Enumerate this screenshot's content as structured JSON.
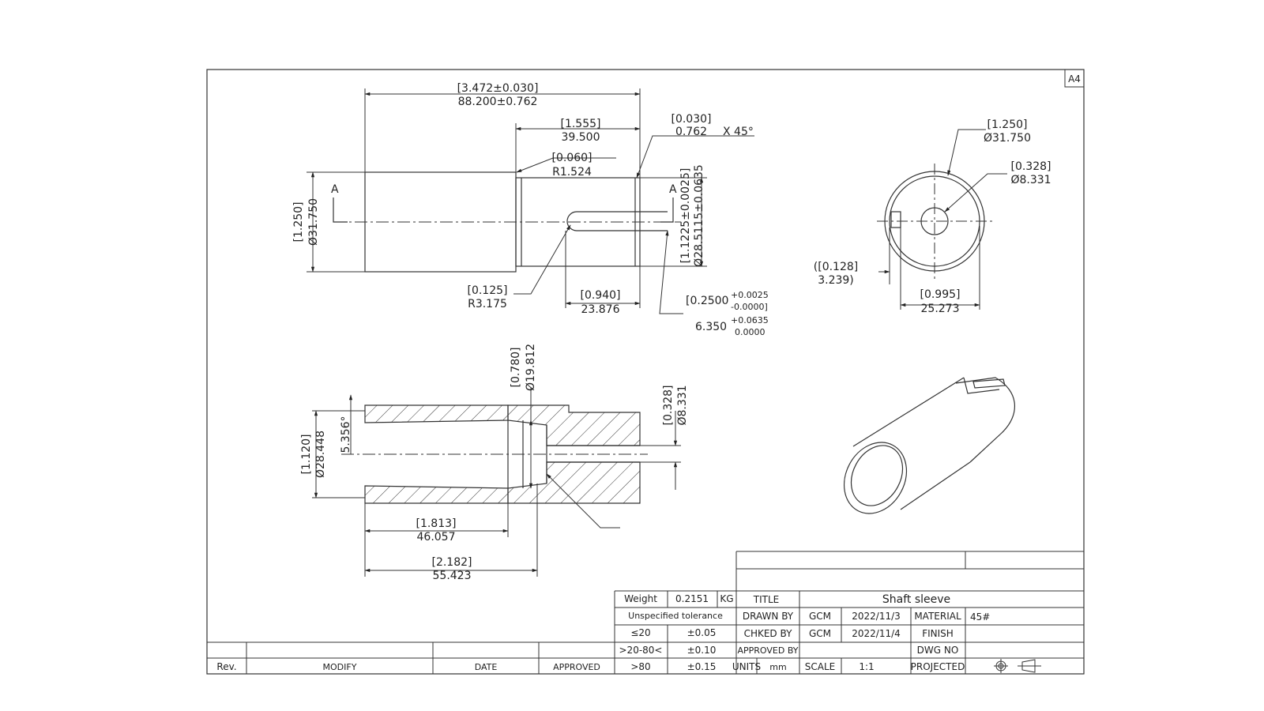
{
  "sheet_size": "A4",
  "front_view": {
    "overall_length": {
      "inch": "[3.472±0.030]",
      "mm": "88.200±0.762"
    },
    "step_length": {
      "inch": "[1.555]",
      "mm": "39.500"
    },
    "chamfer": {
      "inch": "[0.030]",
      "mm": "0.762",
      "angle": "X  45°"
    },
    "fillet": {
      "inch": "[0.060]",
      "mm": "R1.524"
    },
    "diameter": {
      "inch": "[1.250]",
      "mm": "Ø31.750"
    },
    "section_mark": "A",
    "shoulder_dia": {
      "inch": "[1.1225±0.0025]",
      "mm": "Ø28.5115±0.0635"
    },
    "slot_end_radius": {
      "inch": "[0.125]",
      "mm": "R3.175"
    },
    "slot_length": {
      "inch": "[0.940]",
      "mm": "23.876"
    },
    "slot_width": {
      "inch": "[0.2500",
      "inch_upper": "+0.0025",
      "inch_lower": "-0.0000]",
      "mm": "6.350",
      "mm_upper": "+0.0635",
      "mm_lower": "0.0000"
    }
  },
  "end_view": {
    "outer_dia": {
      "inch": "[1.250]",
      "mm": "Ø31.750"
    },
    "bore_dia": {
      "inch": "[0.328]",
      "mm": "Ø8.331"
    },
    "flat_depth": {
      "inch": "([0.128]",
      "mm": "3.239)"
    },
    "flat_width": {
      "inch": "[0.995]",
      "mm": "25.273"
    }
  },
  "section_view": {
    "step_dia": {
      "inch": "[0.780]",
      "mm": "Ø19.812"
    },
    "bore_dia": {
      "inch": "[0.328]",
      "mm": "Ø8.331"
    },
    "mouth_dia": {
      "inch": "[1.120]",
      "mm": "Ø28.448"
    },
    "taper_angle": "5.356°",
    "taper_length": {
      "inch": "[1.813]",
      "mm": "46.057"
    },
    "step_depth": {
      "inch": "[2.182]",
      "mm": "55.423"
    }
  },
  "title_block": {
    "weight_label": "Weight",
    "weight_value": "0.2151",
    "weight_unit": "KG",
    "unspecified_tolerance": "Unspecified tolerance",
    "tolerance_rows": [
      {
        "range": "≤20",
        "tol": "±0.05"
      },
      {
        "range": ">20-80<",
        "tol": "±0.10"
      },
      {
        "range": ">80",
        "tol": "±0.15"
      }
    ],
    "title_label": "TITLE",
    "title_value": "Shaft sleeve",
    "drawn_by_label": "DRAWN BY",
    "drawn_by": "GCM",
    "drawn_date": "2022/11/3",
    "chked_by_label": "CHKED BY",
    "chked_by": "GCM",
    "chked_date": "2022/11/4",
    "approved_by_label": "APPROVED BY",
    "units_label": "UNITS",
    "units_value": "mm",
    "scale_label": "SCALE",
    "scale_value": "1:1",
    "material_label": "MATERIAL",
    "material_value": "45#",
    "finish_label": "FINISH",
    "dwg_no_label": "DWG NO",
    "projected_label": "PROJECTED"
  },
  "revision_block": {
    "rev_label": "Rev.",
    "modify_label": "MODIFY",
    "date_label": "DATE",
    "approved_label": "APPROVED"
  }
}
